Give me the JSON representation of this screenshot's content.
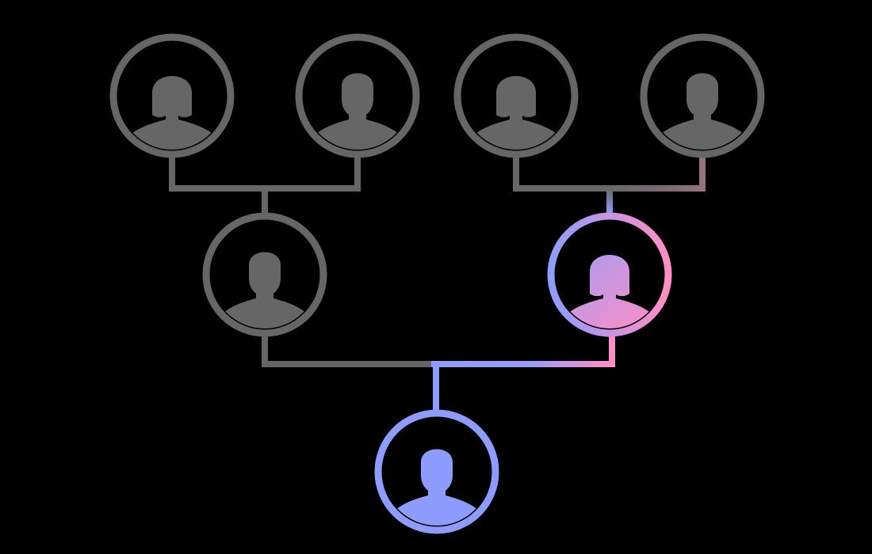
{
  "colors": {
    "background": "#000000",
    "inactive": "#666666",
    "highlight_blue": "#8f9cff",
    "highlight_pink": "#ff8ec4"
  },
  "nodes": [
    {
      "id": "grandmother-paternal",
      "gender": "female",
      "generation": 1,
      "highlighted": false,
      "icon": "female-person-icon"
    },
    {
      "id": "grandfather-paternal",
      "gender": "male",
      "generation": 1,
      "highlighted": false,
      "icon": "male-person-icon"
    },
    {
      "id": "grandmother-maternal",
      "gender": "female",
      "generation": 1,
      "highlighted": false,
      "icon": "female-person-icon"
    },
    {
      "id": "grandfather-maternal",
      "gender": "male",
      "generation": 1,
      "highlighted": false,
      "icon": "male-person-icon"
    },
    {
      "id": "father",
      "gender": "male",
      "generation": 2,
      "highlighted": false,
      "icon": "male-person-icon"
    },
    {
      "id": "mother",
      "gender": "female",
      "generation": 2,
      "highlighted": true,
      "icon": "female-person-icon"
    },
    {
      "id": "child",
      "gender": "male",
      "generation": 3,
      "highlighted": true,
      "icon": "male-person-icon"
    }
  ],
  "links": [
    {
      "parents": [
        "grandmother-paternal",
        "grandfather-paternal"
      ],
      "child": "father",
      "highlighted": false
    },
    {
      "parents": [
        "grandmother-maternal",
        "grandfather-maternal"
      ],
      "child": "mother",
      "highlighted": "partial"
    },
    {
      "parents": [
        "father",
        "mother"
      ],
      "child": "child",
      "highlighted": "partial"
    }
  ]
}
